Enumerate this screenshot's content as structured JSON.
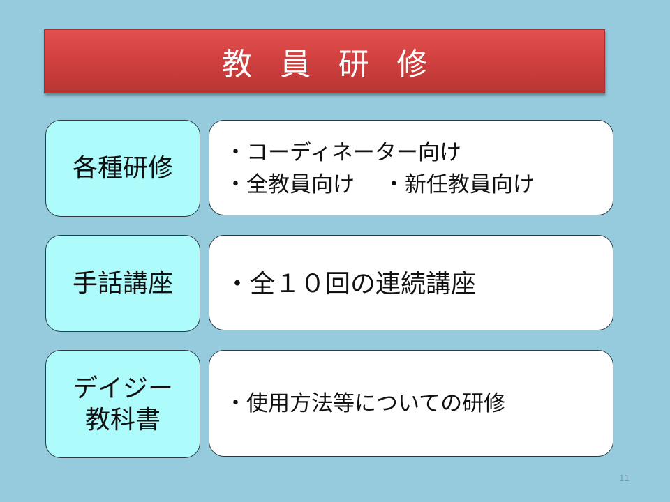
{
  "slide": {
    "title": "教員研修",
    "page_number": "11",
    "colors": {
      "background": "#95cbdc",
      "title_bar": "#d24140",
      "label_box": "#aefbfc",
      "content_box": "#ffffff"
    }
  },
  "rows": [
    {
      "label": "各種研修",
      "items": [
        "・コーディネーター向け",
        "・全教員向け　 ・新任教員向け"
      ]
    },
    {
      "label": "手話講座",
      "items": [
        "・全１０回の連続講座"
      ]
    },
    {
      "label_lines": [
        "デイジー",
        "教科書"
      ],
      "items": [
        "・使用方法等についての研修"
      ]
    }
  ]
}
